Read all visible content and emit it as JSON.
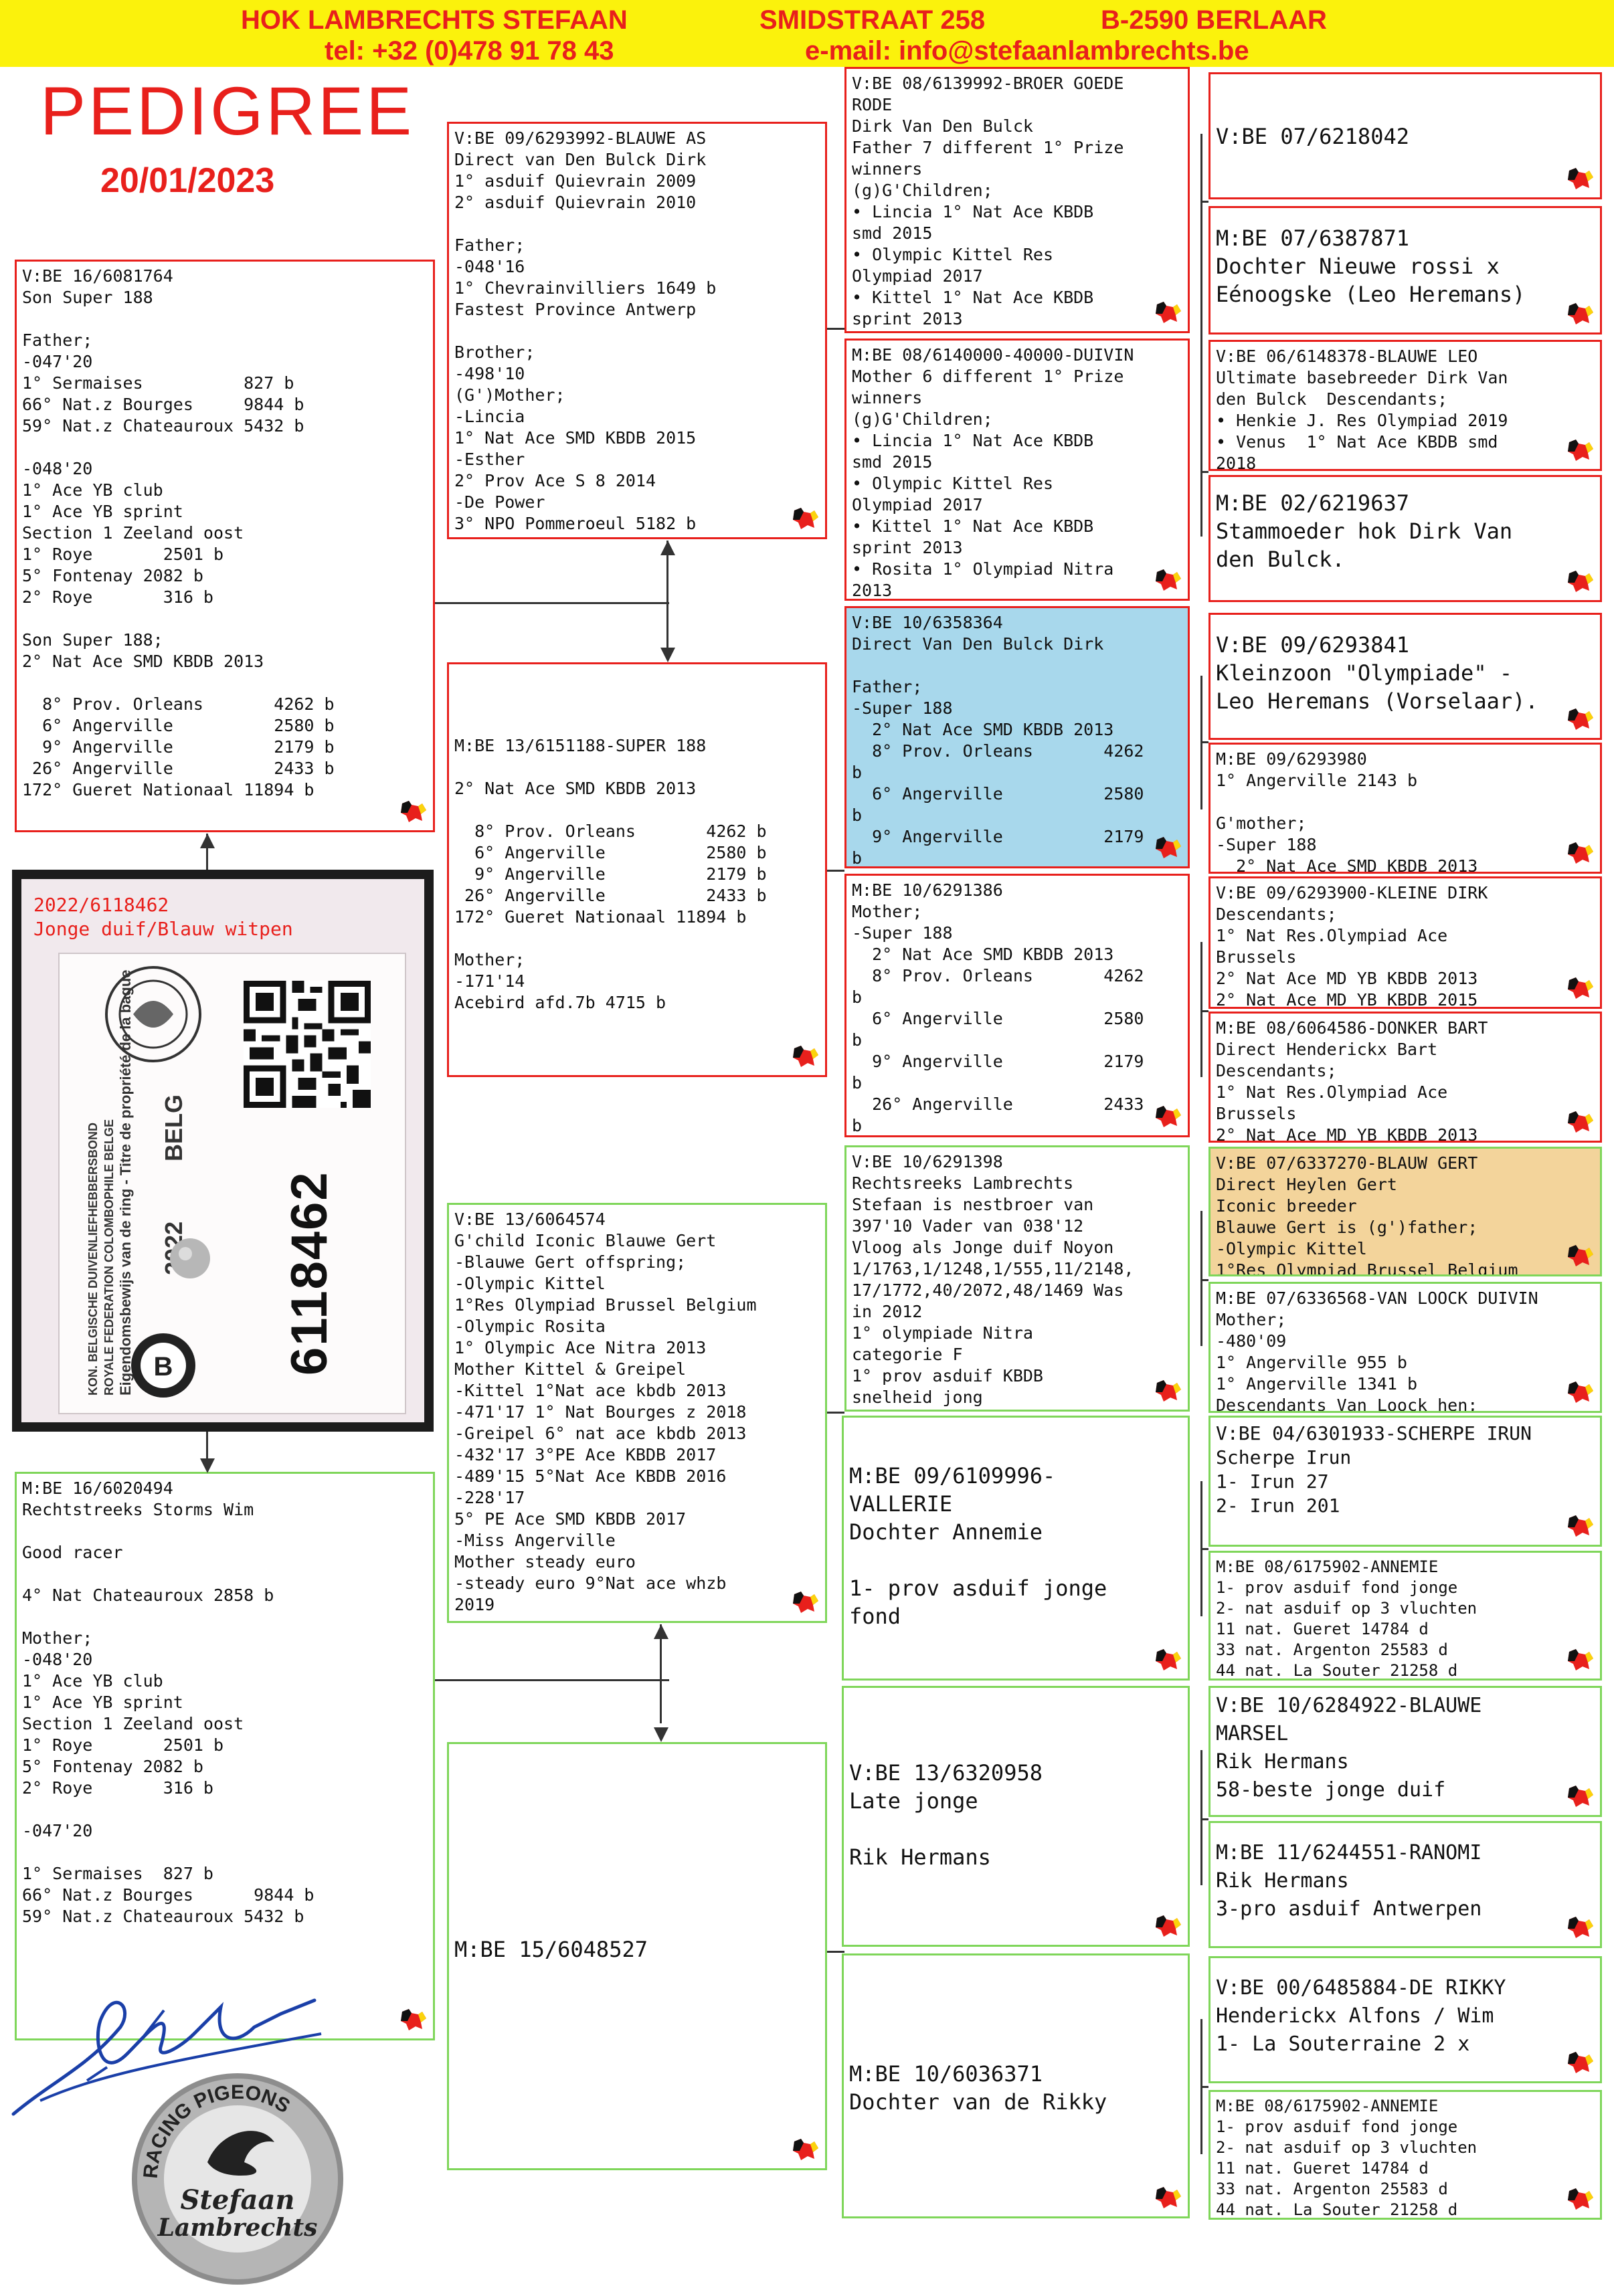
{
  "header": {
    "loft_name": "HOK LAMBRECHTS STEFAAN",
    "street": "SMIDSTRAAT 258",
    "city": "B-2590 BERLAAR",
    "phone": "tel: +32 (0)478 91 78 43",
    "email": "e-mail: info@stefaanlambrechts.be"
  },
  "page_title": "PEDIGREE",
  "date": "20/01/2023",
  "ring_photo": {
    "ring_label": "2022/6118462",
    "ring_desc": "Jonge duif/Blauw witpen",
    "number": "6118462",
    "year": "2022",
    "country": "BELG",
    "org_nl": "KON. BELGISCHE DUIVENLIEFHEBBERSBOND",
    "org_fr": "ROYALE FEDERATION COLOMBOPHILE BELGE",
    "ownership": "Eigendomsbewijs van de ring - Titre de propriété de la bague"
  },
  "pedigree": {
    "father": {
      "text": "V:BE 16/6081764\nSon Super 188\n\nFather;\n-047'20\n1° Sermaises          827 b\n66° Nat.z Bourges     9844 b\n59° Nat.z Chateauroux 5432 b\n\n-048'20\n1° Ace YB club\n1° Ace YB sprint\nSection 1 Zeeland oost\n1° Roye       2501 b\n5° Fontenay 2082 b\n2° Roye       316 b\n\nSon Super 188;\n2° Nat Ace SMD KBDB 2013\n\n  8° Prov. Orleans       4262 b\n  6° Angerville          2580 b\n  9° Angerville          2179 b\n 26° Angerville          2433 b\n172° Gueret Nationaal 11894 b"
    },
    "mother": {
      "text": "M:BE 16/6020494\nRechtstreeks Storms Wim\n\nGood racer\n\n4° Nat Chateauroux 2858 b\n\nMother;\n-048'20\n1° Ace YB club\n1° Ace YB sprint\nSection 1 Zeeland oost\n1° Roye       2501 b\n5° Fontenay 2082 b\n2° Roye       316 b\n\n-047'20\n\n1° Sermaises  827 b\n66° Nat.z Bourges      9844 b\n59° Nat.z Chateauroux 5432 b"
    },
    "gen2": [
      {
        "text": "V:BE 09/6293992-BLAUWE AS\nDirect van Den Bulck Dirk\n1° asduif Quievrain 2009\n2° asduif Quievrain 2010\n\nFather;\n-048'16\n1° Chevrainvilliers 1649 b\nFastest Province Antwerp\n\nBrother;\n-498'10\n(G')Mother;\n-Lincia\n1° Nat Ace SMD KBDB 2015\n-Esther\n2° Prov Ace S 8 2014\n-De Power\n3° NPO Pommeroeul 5182 b"
      },
      {
        "text": "M:BE 13/6151188-SUPER 188\n\n2° Nat Ace SMD KBDB 2013\n\n  8° Prov. Orleans       4262 b\n  6° Angerville          2580 b\n  9° Angerville          2179 b\n 26° Angerville          2433 b\n172° Gueret Nationaal 11894 b\n\nMother;\n-171'14\nAcebird afd.7b 4715 b"
      },
      {
        "text": "V:BE 13/6064574\nG'child Iconic Blauwe Gert\n-Blauwe Gert offspring;\n-Olympic Kittel\n1°Res Olympiad Brussel Belgium\n-Olympic Rosita\n1° Olympic Ace Nitra 2013\nMother Kittel & Greipel\n-Kittel 1°Nat ace kbdb 2013\n-471'17 1° Nat Bourges z 2018\n-Greipel 6° nat ace kbdb 2013\n-432'17 3°PE Ace KBDB 2017\n-489'15 5°Nat Ace KBDB 2016\n-228'17\n5° PE Ace SMD KBDB 2017\n-Miss Angerville\nMother steady euro\n-steady euro 9°Nat ace whzb\n2019"
      },
      {
        "text": "M:BE 15/6048527"
      }
    ],
    "gen3": [
      {
        "text": "V:BE 08/6139992-BROER GOEDE\nRODE\nDirk Van Den Bulck\nFather 7 different 1° Prize\nwinners\n(g)G'Children;\n• Lincia 1° Nat Ace KBDB\nsmd 2015\n• Olympic Kittel Res\nOlympiad 2017\n• Kittel 1° Nat Ace KBDB\nsprint 2013"
      },
      {
        "text": "M:BE 08/6140000-40000-DUIVIN\nMother 6 different 1° Prize\nwinners\n(g)G'Children;\n• Lincia 1° Nat Ace KBDB\nsmd 2015\n• Olympic Kittel Res\nOlympiad 2017\n• Kittel 1° Nat Ace KBDB\nsprint 2013\n• Rosita 1° Olympiad Nitra\n2013"
      },
      {
        "text": "V:BE 10/6358364\nDirect Van Den Bulck Dirk\n\nFather;\n-Super 188\n  2° Nat Ace SMD KBDB 2013\n  8° Prov. Orleans       4262\nb\n  6° Angerville          2580\nb\n  9° Angerville          2179\nb"
      },
      {
        "text": "M:BE 10/6291386\nMother;\n-Super 188\n  2° Nat Ace SMD KBDB 2013\n  8° Prov. Orleans       4262\nb\n  6° Angerville          2580\nb\n  9° Angerville          2179\nb\n  26° Angerville         2433\nb"
      },
      {
        "text": "V:BE 10/6291398\nRechtsreeks Lambrechts\nStefaan is nestbroer van\n397'10 Vader van 038'12\nVloog als Jonge duif Noyon\n1/1763,1/1248,1/555,11/2148,\n17/1772,40/2072,48/1469 Was\nin 2012\n1° olympiade Nitra\ncategorie F\n1° prov asduif KBDB\nsnelheid jong"
      },
      {
        "text": "M:BE 09/6109996-\nVALLERIE\nDochter Annemie\n\n1- prov asduif jonge\nfond"
      },
      {
        "text": "V:BE 13/6320958\nLate jonge\n\nRik Hermans"
      },
      {
        "text": "M:BE 10/6036371\nDochter van de Rikky"
      }
    ],
    "gen4": [
      {
        "text": "V:BE 07/6218042"
      },
      {
        "text": "M:BE 07/6387871\nDochter Nieuwe rossi x\nEénoogske (Leo Heremans)"
      },
      {
        "text": "V:BE 06/6148378-BLAUWE LEO\nUltimate basebreeder Dirk Van\nden Bulck  Descendants;\n• Henkie J. Res Olympiad 2019\n• Venus  1° Nat Ace KBDB smd\n2018"
      },
      {
        "text": "M:BE 02/6219637\nStammoeder hok Dirk Van\nden Bulck."
      },
      {
        "text": "V:BE 09/6293841\nKleinzoon \"Olympiade\" -\nLeo Heremans (Vorselaar)."
      },
      {
        "text": "M:BE 09/6293980\n1° Angerville 2143 b\n\nG'mother;\n-Super 188\n  2° Nat Ace SMD KBDB 2013"
      },
      {
        "text": "V:BE 09/6293900-KLEINE DIRK\nDescendants;\n1° Nat Res.Olympiad Ace\nBrussels\n2° Nat Ace MD YB KBDB 2013\n2° Nat Ace MD YB KBDB 2015"
      },
      {
        "text": "M:BE 08/6064586-DONKER BART\nDirect Henderickx Bart\nDescendants;\n1° Nat Res.Olympiad Ace\nBrussels\n2° Nat Ace MD YB KBDB 2013"
      },
      {
        "text": "V:BE 07/6337270-BLAUW GERT\nDirect Heylen Gert\nIconic breeder\nBlauwe Gert is (g')father;\n-Olympic Kittel\n1°Res Olympiad Brussel Belgium"
      },
      {
        "text": "M:BE 07/6336568-VAN LOOCK DUIVIN\nMother;\n-480'09\n1° Angerville 955 b\n1° Angerville 1341 b\nDescendants Van Loock hen;"
      },
      {
        "text": "V:BE 04/6301933-SCHERPE IRUN\nScherpe Irun\n1- Irun 27\n2- Irun 201"
      },
      {
        "text": "M:BE 08/6175902-ANNEMIE\n1- prov asduif fond jonge\n2- nat asduif op 3 vluchten\n11 nat. Gueret 14784 d\n33 nat. Argenton 25583 d\n44 nat. La Souter 21258 d"
      },
      {
        "text": "V:BE 10/6284922-BLAUWE\nMARSEL\nRik Hermans\n58-beste jonge duif"
      },
      {
        "text": "M:BE 11/6244551-RANOMI\nRik Hermans\n3-pro asduif Antwerpen"
      },
      {
        "text": "V:BE 00/6485884-DE RIKKY\nHenderickx Alfons / Wim\n1- La Souterraine 2 x"
      },
      {
        "text": "M:BE 08/6175902-ANNEMIE\n1- prov asduif fond jonge\n2- nat asduif op 3 vluchten\n11 nat. Gueret 14784 d\n33 nat. Argenton 25583 d\n44 nat. La Souter 21258 d"
      }
    ]
  },
  "seal": {
    "top_text": "RACING PIGEONS",
    "name1": "Stefaan",
    "name2": "Lambrechts"
  },
  "colors": {
    "red": "#e8201c",
    "green": "#7fd65a",
    "yellow": "#fbf20c",
    "blue_fill": "#a8d8ec",
    "tan_fill": "#f3d49b"
  },
  "icons": {
    "box_flag": "belgium-map-icon"
  }
}
